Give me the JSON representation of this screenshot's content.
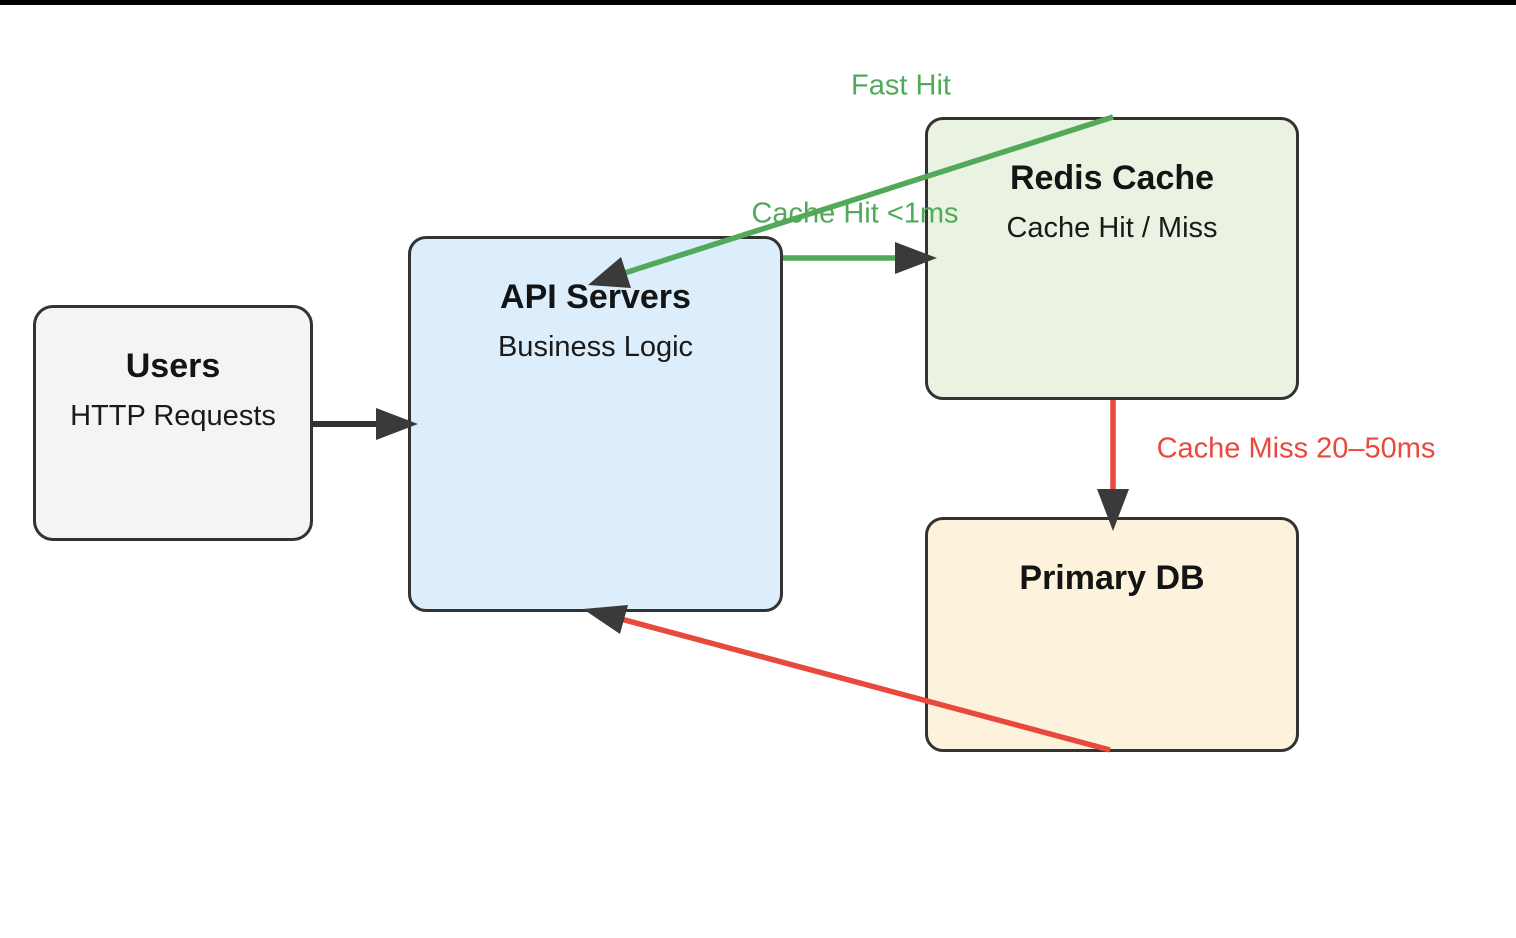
{
  "diagram": {
    "nodes": [
      {
        "id": "users",
        "title": "Users",
        "subtitle": "HTTP Requests"
      },
      {
        "id": "api-servers",
        "title": "API Servers",
        "subtitle": "Business Logic"
      },
      {
        "id": "redis-cache",
        "title": "Redis Cache",
        "subtitle": "Cache Hit / Miss"
      },
      {
        "id": "primary-db",
        "title": "Primary DB",
        "subtitle": ""
      }
    ],
    "edges": [
      {
        "id": "users-to-api",
        "from": "Users",
        "to": "API Servers",
        "label": "",
        "color": "#333333"
      },
      {
        "id": "api-to-redis",
        "from": "API Servers",
        "to": "Redis Cache",
        "label": "Cache Hit <1ms",
        "color": "#53a95a"
      },
      {
        "id": "redis-to-api",
        "from": "Redis Cache",
        "to": "API Servers",
        "label": "Fast Hit",
        "color": "#53a95a"
      },
      {
        "id": "redis-to-primary-db",
        "from": "Redis Cache",
        "to": "Primary DB",
        "label": "Cache Miss 20–50ms",
        "color": "#e8493c"
      },
      {
        "id": "primary-db-to-api",
        "from": "Primary DB",
        "to": "API Servers",
        "label": "",
        "color": "#e8493c"
      }
    ]
  },
  "colors": {
    "background": "#ffffff",
    "top_bar": "#000000",
    "node_border": "#333333",
    "users_fill": "#f4f4f4",
    "api_fill": "#dceefb",
    "redis_fill": "#eaf3e2",
    "db_fill": "#fdf2dc",
    "edge_green": "#53a95a",
    "edge_red": "#e8493c",
    "edge_black": "#333333",
    "arrowhead": "#3a3a3a"
  }
}
